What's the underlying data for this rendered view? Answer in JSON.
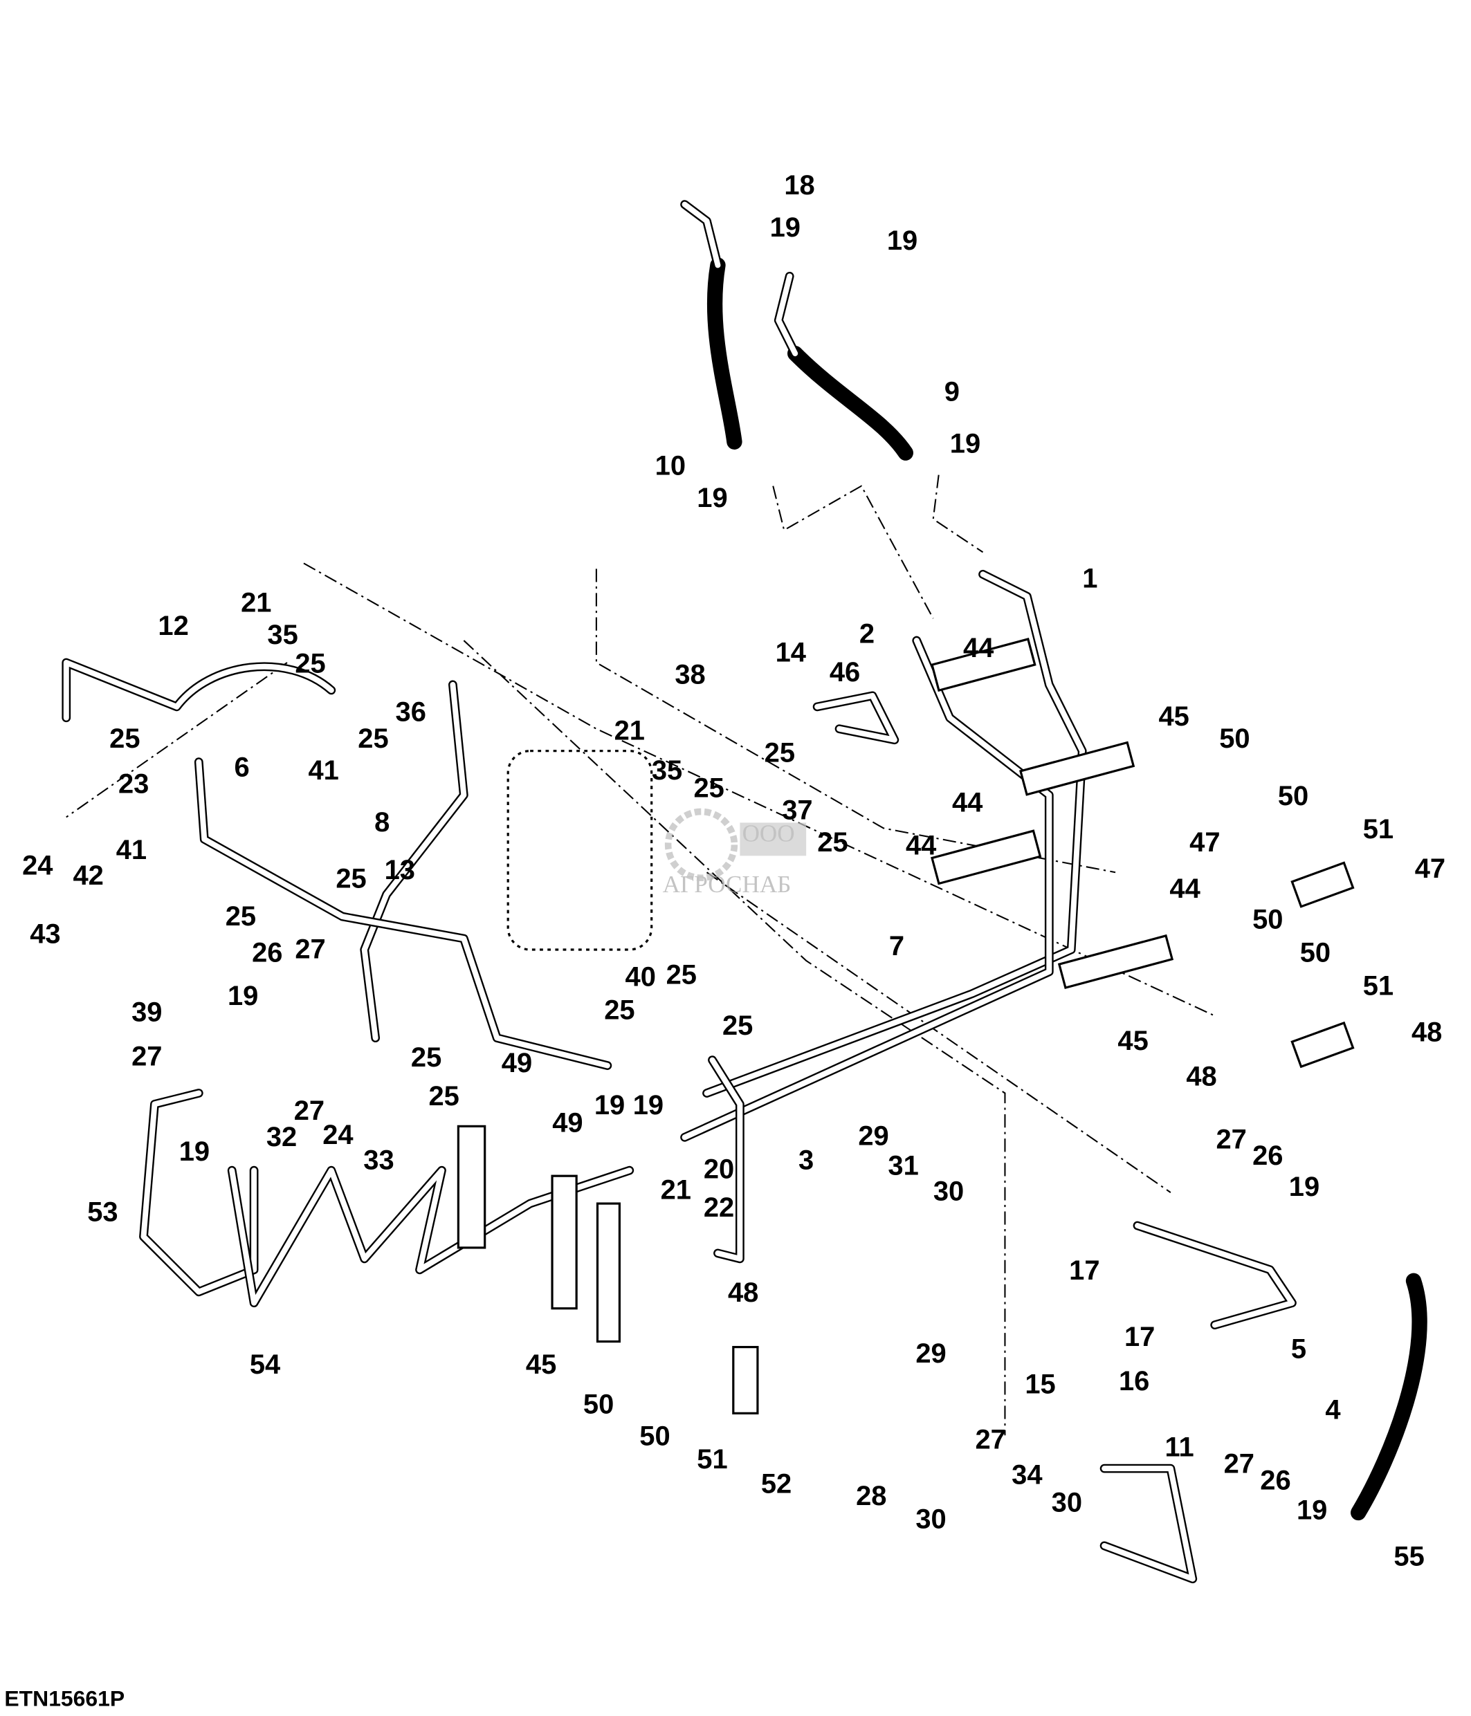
{
  "diagram_id": "ETN15661P",
  "watermark": {
    "company_prefix": "ООО",
    "company_name": "АГРОСНАБ"
  },
  "callouts": [
    "18",
    "19",
    "19",
    "9",
    "19",
    "10",
    "19",
    "1",
    "2",
    "44",
    "46",
    "14",
    "38",
    "21",
    "35",
    "25",
    "36",
    "25",
    "12",
    "25",
    "23",
    "24",
    "21",
    "35",
    "25",
    "25",
    "37",
    "25",
    "45",
    "50",
    "44",
    "47",
    "50",
    "51",
    "47",
    "44",
    "44",
    "50",
    "50",
    "51",
    "48",
    "45",
    "48",
    "6",
    "41",
    "8",
    "13",
    "25",
    "41",
    "42",
    "43",
    "25",
    "26",
    "27",
    "39",
    "19",
    "27",
    "7",
    "40",
    "25",
    "25",
    "25",
    "25",
    "27",
    "24",
    "25",
    "32",
    "33",
    "19",
    "53",
    "54",
    "49",
    "49",
    "19",
    "19",
    "20",
    "21",
    "22",
    "3",
    "29",
    "31",
    "30",
    "27",
    "26",
    "19",
    "48",
    "45",
    "50",
    "50",
    "51",
    "52",
    "17",
    "17",
    "16",
    "15",
    "5",
    "29",
    "27",
    "34",
    "30",
    "11",
    "28",
    "30",
    "4",
    "27",
    "26",
    "19",
    "55"
  ]
}
